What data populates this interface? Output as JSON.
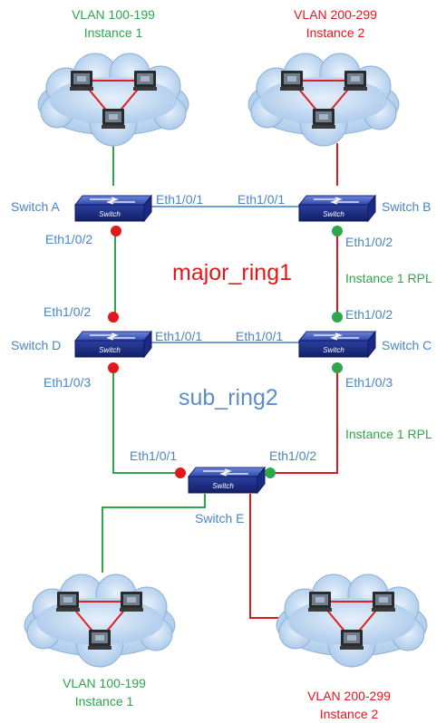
{
  "top_left_group": {
    "vlan": "VLAN 100-199",
    "instance": "Instance 1"
  },
  "top_right_group": {
    "vlan": "VLAN 200-299",
    "instance": "Instance 2"
  },
  "bottom_left_group": {
    "vlan": "VLAN 100-199",
    "instance": "Instance 1"
  },
  "bottom_right_group": {
    "vlan": "VLAN 200-299",
    "instance": "Instance 2"
  },
  "switches": {
    "a": "Switch A",
    "b": "Switch B",
    "c": "Switch C",
    "d": "Switch D",
    "e": "Switch E"
  },
  "ports": {
    "a_right": "Eth1/0/1",
    "a_bottom": "Eth1/0/2",
    "b_left": "Eth1/0/1",
    "b_bottom": "Eth1/0/2",
    "c_top": "Eth1/0/2",
    "c_left": "Eth1/0/1",
    "c_bottom": "Eth1/0/3",
    "d_top": "Eth1/0/2",
    "d_right": "Eth1/0/1",
    "d_bottom": "Eth1/0/3",
    "e_left": "Eth1/0/1",
    "e_right": "Eth1/0/2"
  },
  "rpl_labels": {
    "major": "Instance 1 RPL",
    "sub": "Instance 1 RPL"
  },
  "rings": {
    "major": "major_ring1",
    "sub": "sub_ring2"
  },
  "colors": {
    "green": "#2ea64b",
    "red": "#e0181b",
    "blue": "#4a86c5",
    "switch": "#1f3aa0"
  }
}
